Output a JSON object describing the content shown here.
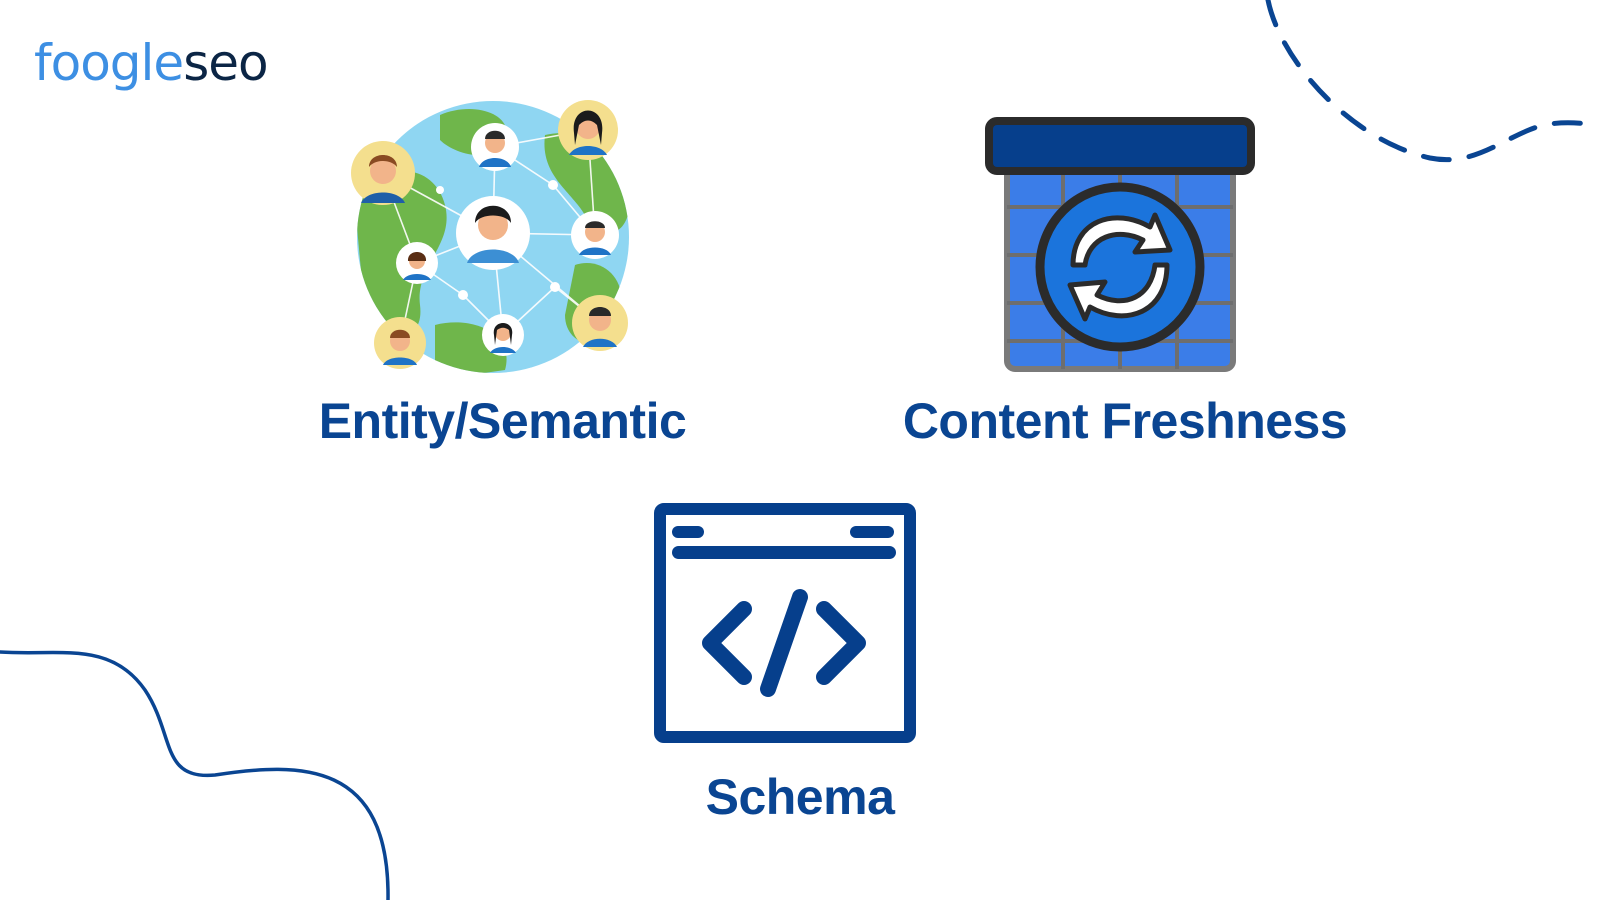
{
  "logo": {
    "text_a": "foogle",
    "text_b": "seo",
    "colors": {
      "light": "#3d8fe3",
      "dark": "#0b2545"
    }
  },
  "items": [
    {
      "label": "Entity/Semantic",
      "icon": "globe-people-network-icon"
    },
    {
      "label": "Content Freshness",
      "icon": "calendar-refresh-icon"
    },
    {
      "label": "Schema",
      "icon": "code-window-icon"
    }
  ],
  "colors": {
    "label": "#0a4592",
    "accent_blue": "#3b7de8",
    "navy": "#063f8c",
    "dark": "#2b2b2b"
  }
}
